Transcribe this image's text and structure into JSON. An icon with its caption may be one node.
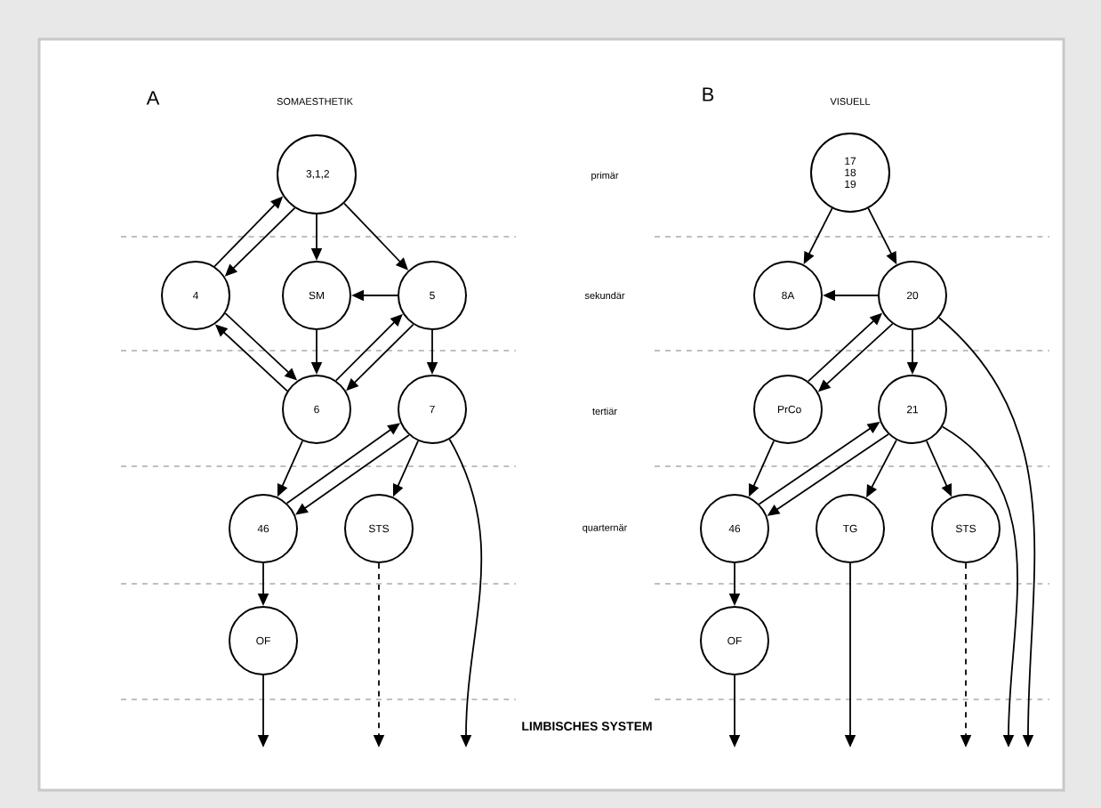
{
  "diagram": {
    "nodes": [
      {
        "text": [
          "3,1,2"
        ]
      },
      {
        "text": [
          "4"
        ]
      },
      {
        "text": [
          "SM"
        ]
      },
      {
        "text": [
          "5"
        ]
      },
      {
        "text": [
          "6"
        ]
      },
      {
        "text": [
          "7"
        ]
      },
      {
        "text": [
          "46"
        ]
      },
      {
        "text": [
          "STS"
        ]
      },
      {
        "text": [
          "OF"
        ]
      },
      {
        "text": [
          "17 18 19"
        ]
      },
      {
        "text": [
          "8A"
        ]
      },
      {
        "text": [
          "20"
        ]
      },
      {
        "text": [
          "PrCo"
        ]
      },
      {
        "text": [
          "21"
        ]
      },
      {
        "text": [
          "46"
        ]
      },
      {
        "text": [
          "TG"
        ]
      },
      {
        "text": [
          "STS"
        ]
      },
      {
        "text": [
          "OF"
        ]
      }
    ],
    "edges": [
      {
        "from": 0,
        "to": 1,
        "arrow": "to"
      },
      {
        "from": 1,
        "to": 0,
        "arrow": "to"
      },
      {
        "from": 0,
        "to": 2,
        "arrow": "to"
      },
      {
        "from": 0,
        "to": 3,
        "arrow": "to"
      },
      {
        "from": 3,
        "to": 2,
        "arrow": "to"
      },
      {
        "from": 1,
        "to": 4,
        "arrow": "to"
      },
      {
        "from": 4,
        "to": 1,
        "arrow": "to"
      },
      {
        "from": 2,
        "to": 4,
        "arrow": "to"
      },
      {
        "from": 3,
        "to": 4,
        "arrow": "to"
      },
      {
        "from": 4,
        "to": 3,
        "arrow": "to"
      },
      {
        "from": 3,
        "to": 5,
        "arrow": "to"
      },
      {
        "from": 4,
        "to": 6,
        "arrow": "to"
      },
      {
        "from": 5,
        "to": 6,
        "arrow": "to"
      },
      {
        "from": 6,
        "to": 5,
        "arrow": "to"
      },
      {
        "from": 5,
        "to": 7,
        "arrow": "to"
      },
      {
        "from": 5,
        "to": null,
        "arrow": "to"
      },
      {
        "from": 6,
        "to": 8,
        "arrow": "to"
      },
      {
        "from": 8,
        "to": null,
        "arrow": "to"
      },
      {
        "from": 7,
        "to": null,
        "arrow": "to",
        "style": "dashed"
      },
      {
        "from": 9,
        "to": 10,
        "arrow": "to"
      },
      {
        "from": 9,
        "to": 11,
        "arrow": "to"
      },
      {
        "from": 11,
        "to": 10,
        "arrow": "to"
      },
      {
        "from": 11,
        "to": 12,
        "arrow": "to"
      },
      {
        "from": 12,
        "to": 11,
        "arrow": "to"
      },
      {
        "from": 11,
        "to": 13,
        "arrow": "to"
      },
      {
        "from": 11,
        "to": null,
        "arrow": "to"
      },
      {
        "from": 12,
        "to": 14,
        "arrow": "to"
      },
      {
        "from": 13,
        "to": 14,
        "arrow": "to"
      },
      {
        "from": 14,
        "to": 13,
        "arrow": "to"
      },
      {
        "from": 13,
        "to": 15,
        "arrow": "to"
      },
      {
        "from": 13,
        "to": 16,
        "arrow": "to"
      },
      {
        "from": 13,
        "to": null,
        "arrow": "to"
      },
      {
        "from": 14,
        "to": 17,
        "arrow": "to"
      },
      {
        "from": 17,
        "to": null,
        "arrow": "to"
      },
      {
        "from": 15,
        "to": null,
        "arrow": "to"
      },
      {
        "from": 16,
        "to": null,
        "arrow": "to",
        "style": "dashed"
      }
    ],
    "labels": [
      "A",
      "SOMAESTHETIK",
      "B",
      "VISUELL",
      "primär",
      "sekundär",
      "tertiär",
      "quarternär",
      "LIMBISCHES SYSTEM"
    ]
  }
}
